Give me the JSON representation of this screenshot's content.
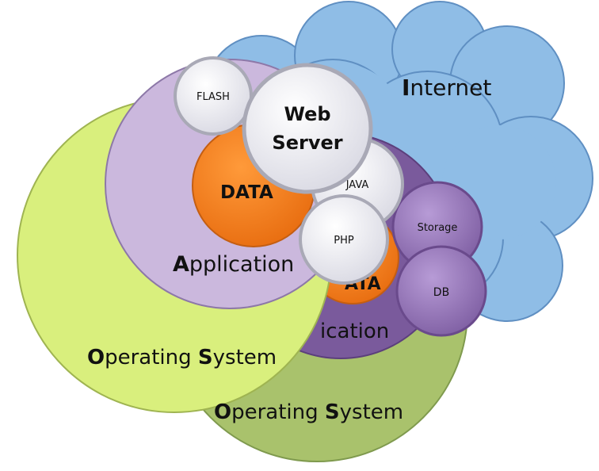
{
  "colors": {
    "cloud": "#8fbde6",
    "os_front": "#d9ef7d",
    "os_back": "#a9c26c",
    "app_front": "#cbb8dd",
    "app_back": "#7a5a9c",
    "data": "#f07f1f",
    "node": "#f1f1f6",
    "small_node": "#9b7bbf"
  },
  "labels": {
    "internet_first": "I",
    "internet_rest": "nternet",
    "web_server_line1": "Web",
    "web_server_line2": "Server",
    "flash": "FLASH",
    "java": "JAVA",
    "php": "PHP",
    "storage": "Storage",
    "db": "DB",
    "data_front": "DATA",
    "data_back": "ATA",
    "app_front_first": "A",
    "app_front_rest": "pplication",
    "app_back_fragment": "ication",
    "os_first": "O",
    "os_mid": "perating ",
    "os_s": "S",
    "os_rest": "ystem"
  }
}
